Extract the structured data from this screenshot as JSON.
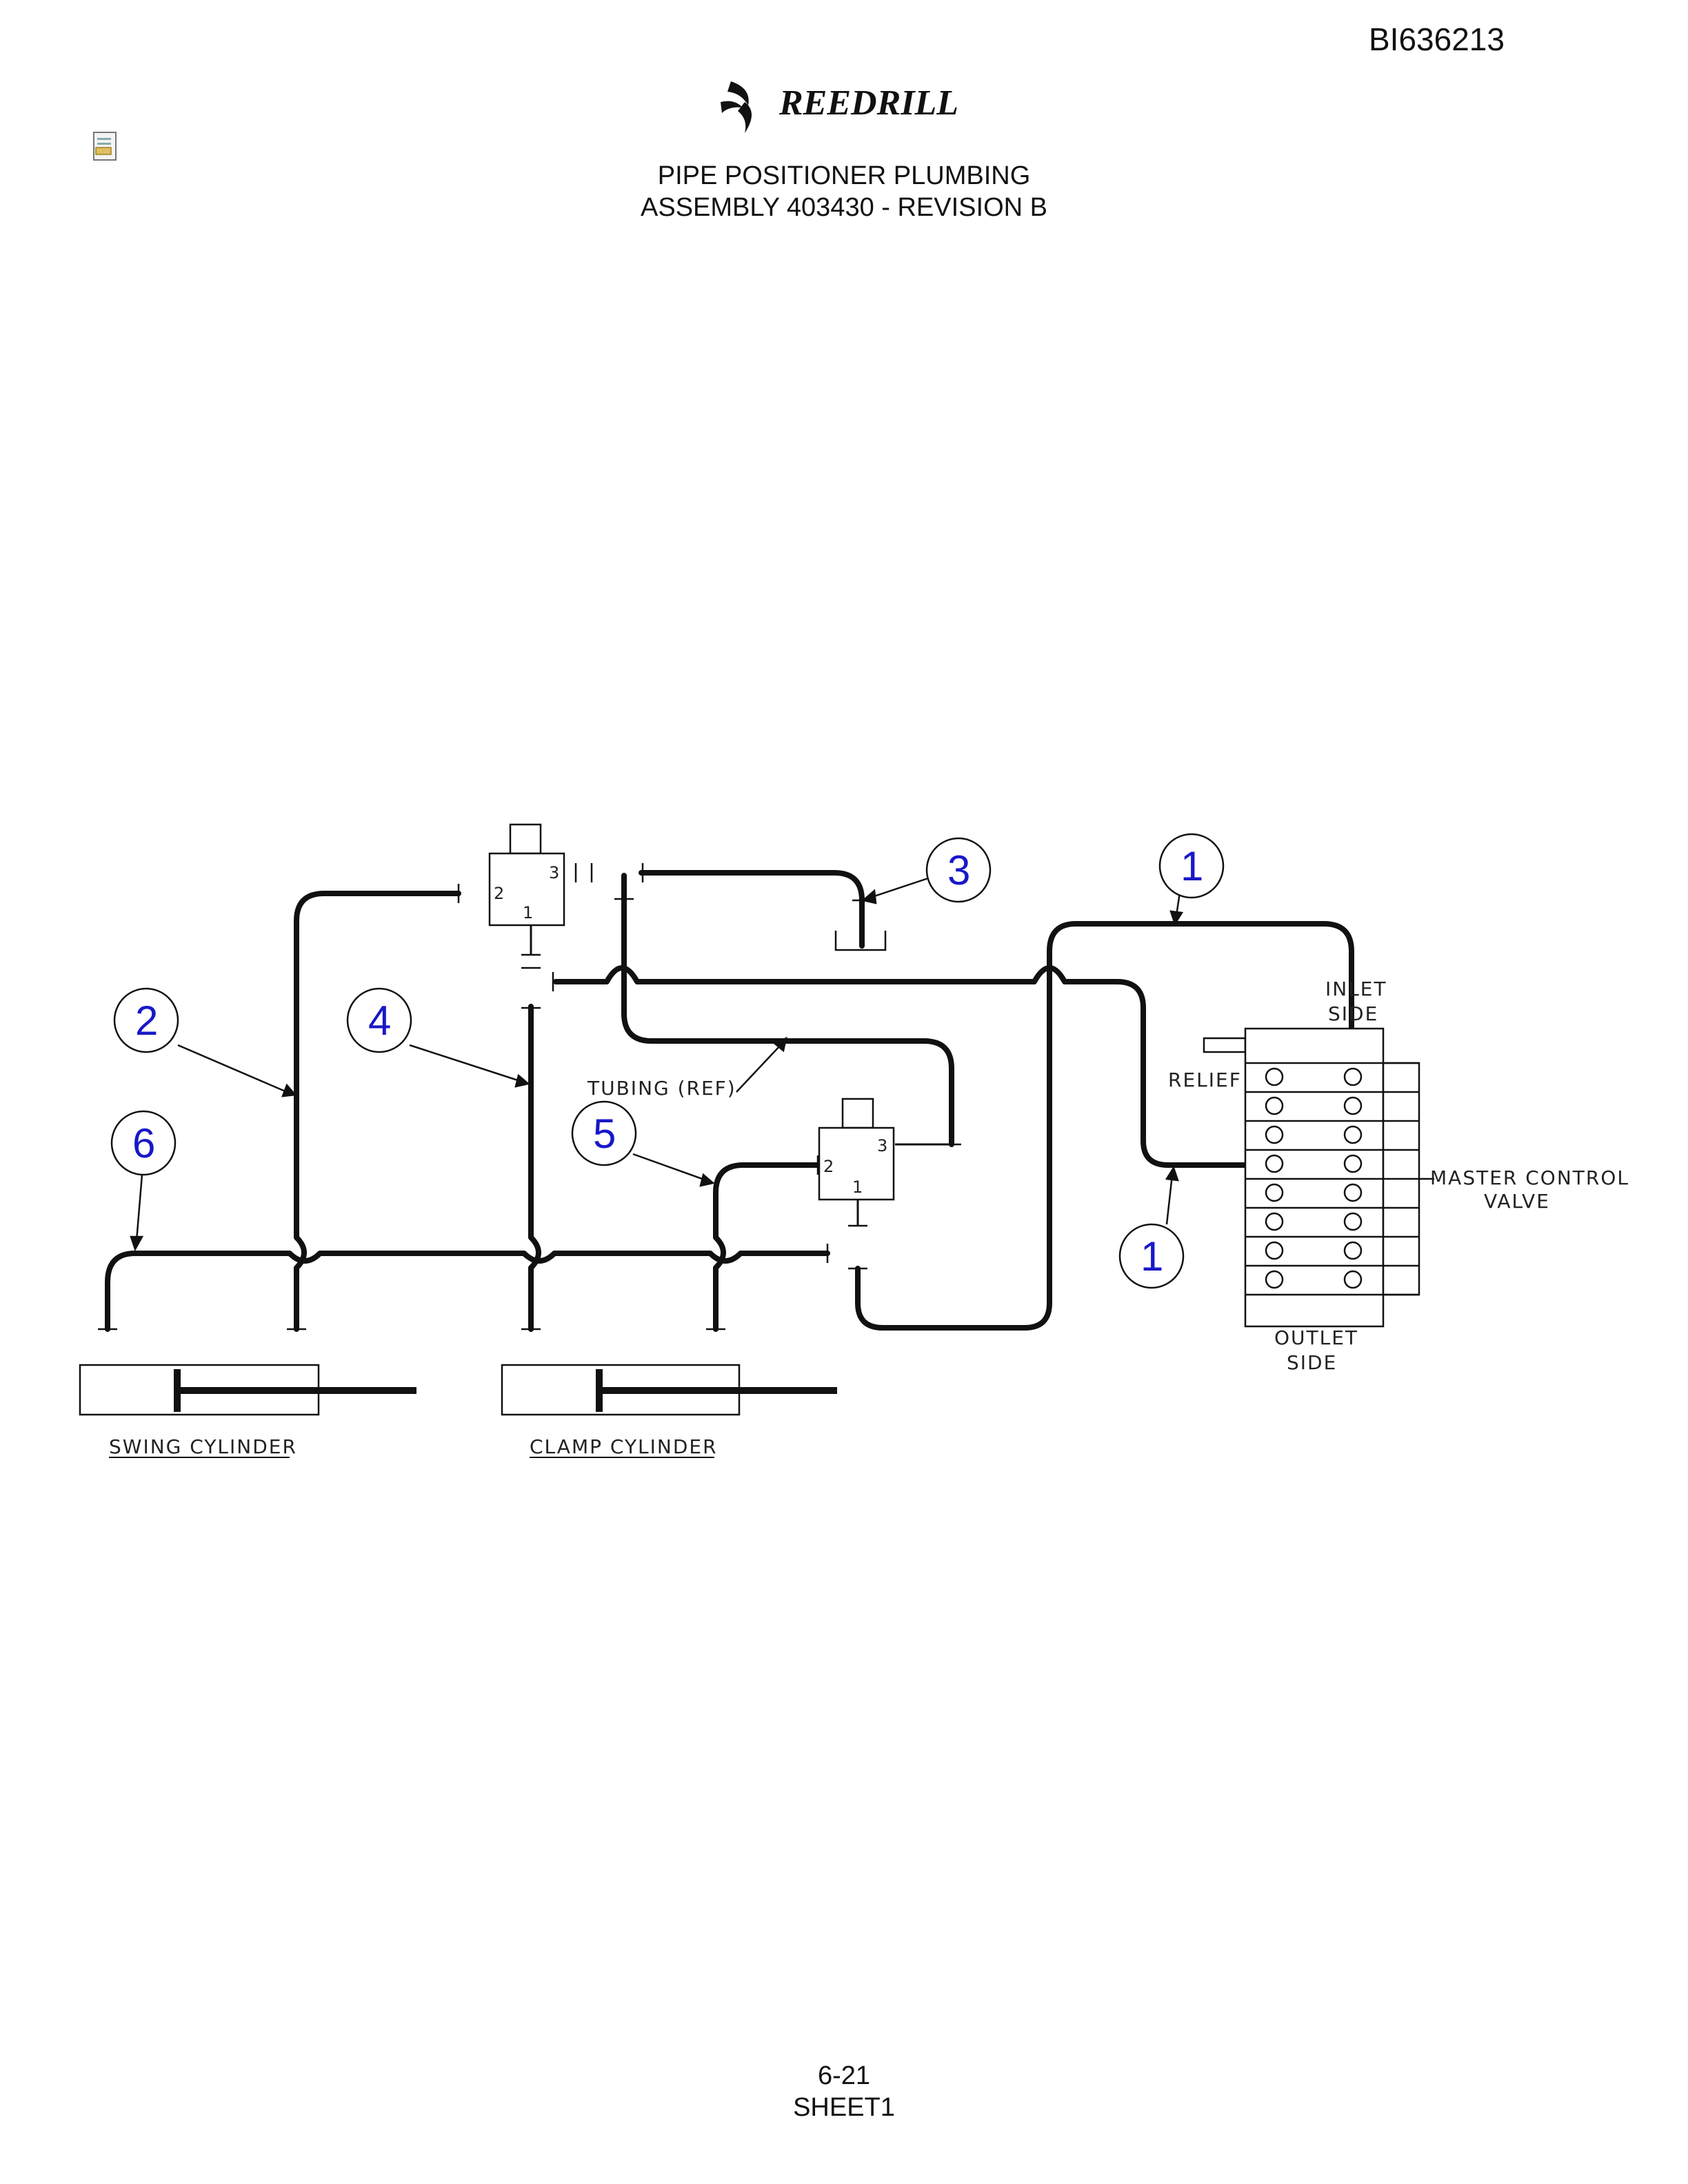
{
  "header": {
    "doc_id": "BI636213",
    "brand": "REEDRILL",
    "title_line1": "PIPE POSITIONER PLUMBING",
    "title_line2": "ASSEMBLY 403430 - REVISION B"
  },
  "footer": {
    "page": "6-21",
    "sheet": "SHEET1"
  },
  "icons": [
    "document-icon",
    "reedrill-logo"
  ],
  "diagram": {
    "valve1_ports": [
      "2",
      "3",
      "1"
    ],
    "valve2_ports": [
      "2",
      "3",
      "1"
    ],
    "tubing_label": "TUBING (REF)",
    "inlet_label_1": "INLET",
    "inlet_label_2": "SIDE",
    "relief_label": "RELIEF",
    "outlet_label_1": "OUTLET",
    "outlet_label_2": "SIDE",
    "mcv_label_1": "MASTER CONTROL",
    "mcv_label_2": "VALVE",
    "swing_cylinder_label": "SWING CYLINDER",
    "clamp_cylinder_label": "CLAMP CYLINDER",
    "callouts": [
      "1",
      "1",
      "2",
      "3",
      "4",
      "5",
      "6"
    ]
  }
}
